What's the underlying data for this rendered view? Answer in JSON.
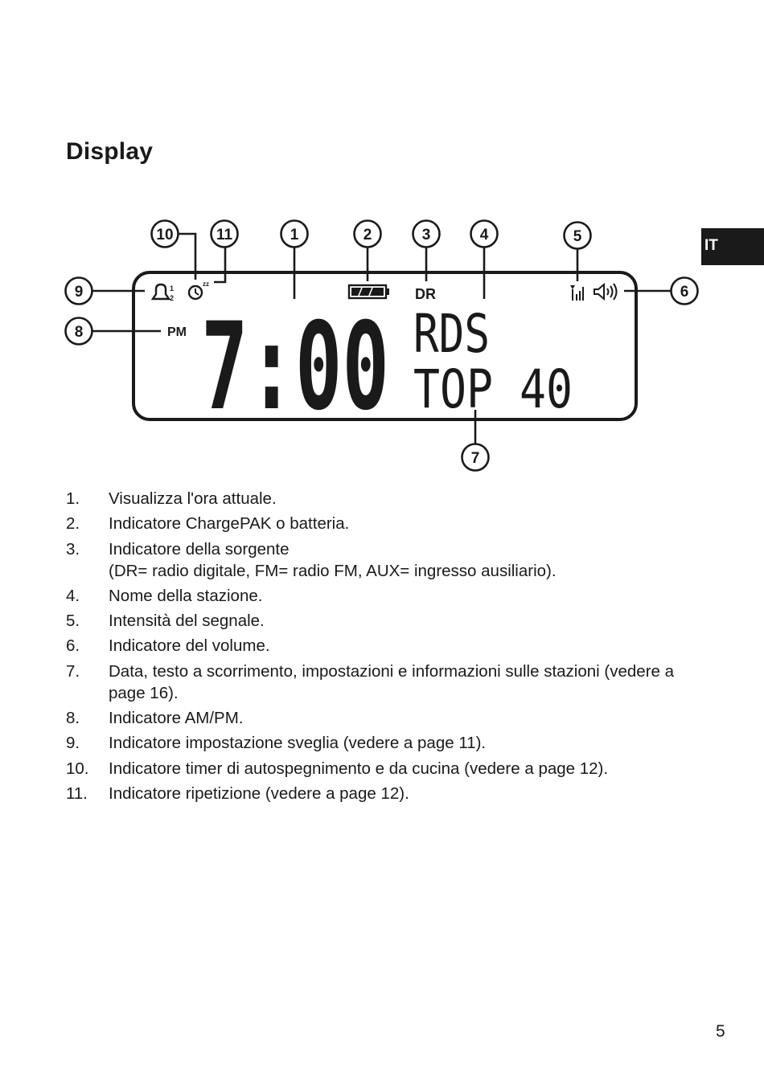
{
  "page": {
    "title": "Display",
    "language_tab": "IT",
    "page_number": "5"
  },
  "display": {
    "time": "7:00",
    "station_line1": "RDS",
    "station_line2": "TOP 40",
    "pm_label": "PM",
    "source_label": "DR",
    "alarm_numbers": [
      "1",
      "2"
    ],
    "snooze_label": "zz",
    "battery_level": 1.0,
    "callouts": [
      "1",
      "2",
      "3",
      "4",
      "5",
      "6",
      "7",
      "8",
      "9",
      "10",
      "11"
    ]
  },
  "legend": [
    {
      "num": "1.",
      "text": "Visualizza l'ora attuale."
    },
    {
      "num": "2.",
      "text": "Indicatore ChargePAK o batteria."
    },
    {
      "num": "3.",
      "text": "Indicatore della sorgente",
      "text2": "(DR= radio digitale, FM= radio FM, AUX= ingresso ausiliario)."
    },
    {
      "num": "4.",
      "text": "Nome della stazione."
    },
    {
      "num": "5.",
      "text": "Intensità del segnale."
    },
    {
      "num": "6.",
      "text": "Indicatore del volume."
    },
    {
      "num": "7.",
      "text": "Data, testo a scorrimento, impostazioni e informazioni sulle stazioni (vedere a page 16)."
    },
    {
      "num": "8.",
      "text": "Indicatore AM/PM."
    },
    {
      "num": "9.",
      "text": "Indicatore impostazione sveglia (vedere a page 11)."
    },
    {
      "num": "10.",
      "text": "Indicatore timer di autospegnimento e da cucina (vedere a page 12)."
    },
    {
      "num": "11.",
      "text": "Indicatore ripetizione (vedere a page 12)."
    }
  ]
}
